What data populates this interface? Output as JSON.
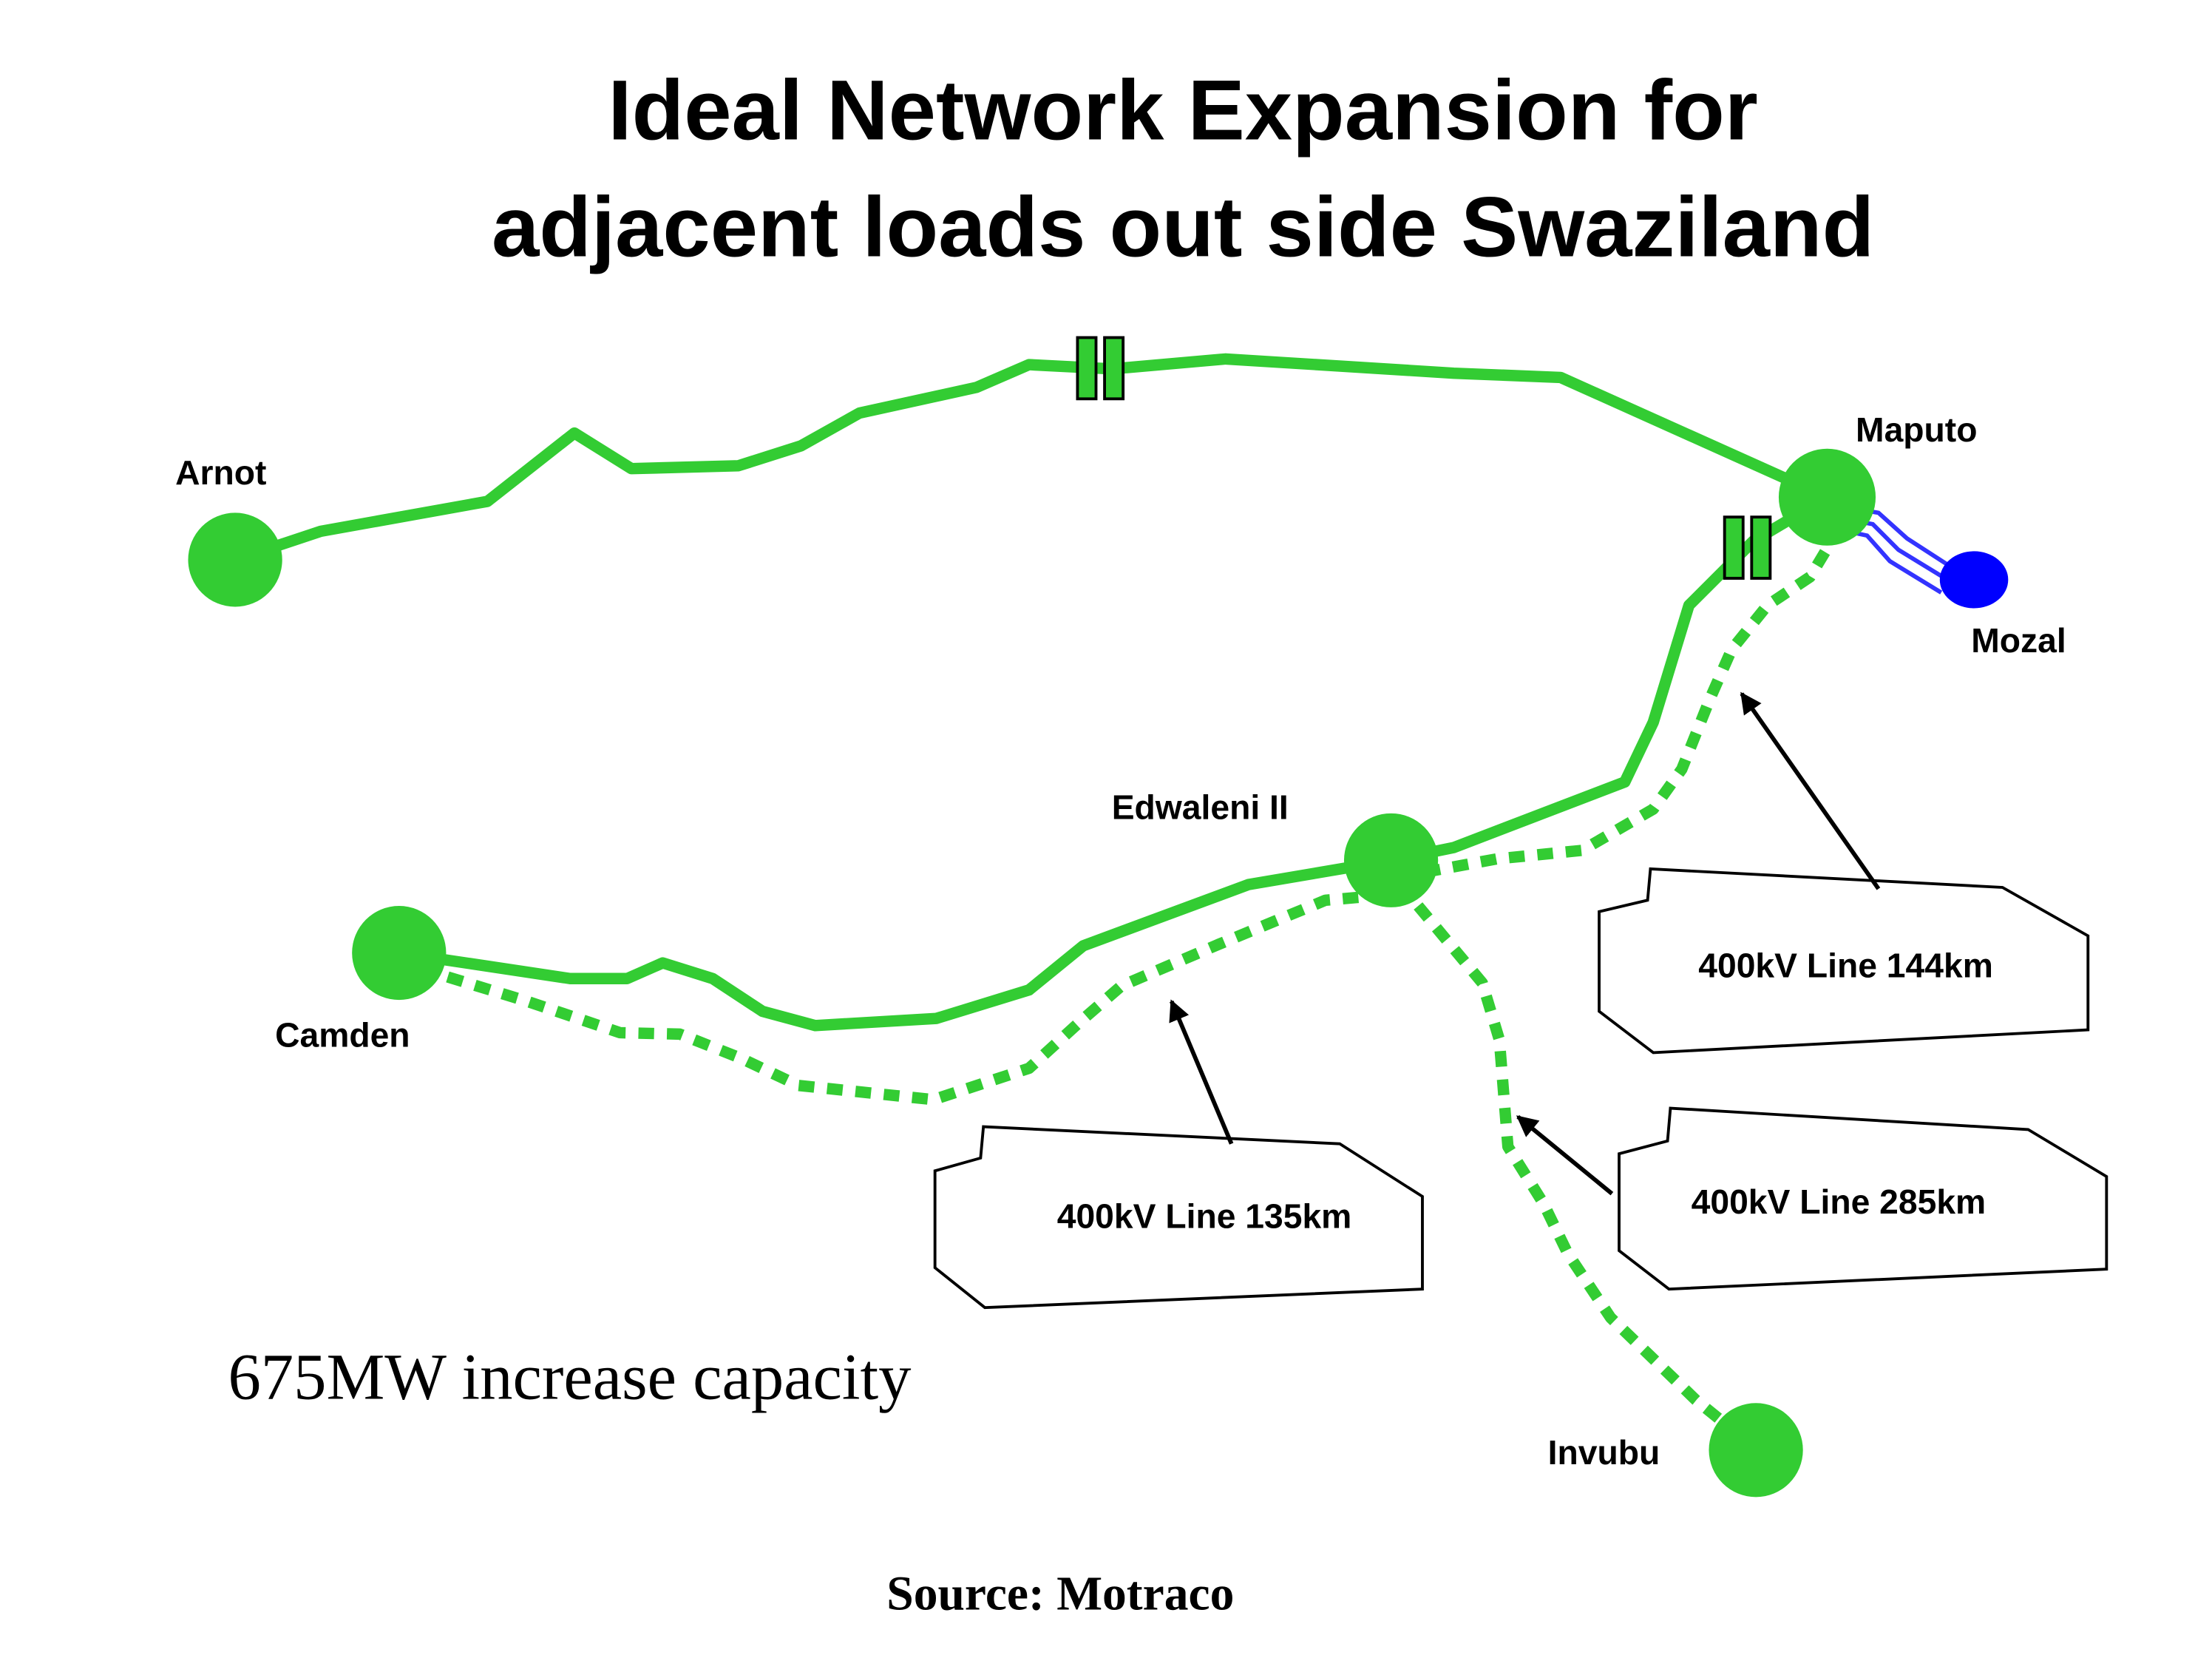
{
  "title": {
    "line1": "Ideal Network Expansion for",
    "line2": "adjacent loads out side Swaziland"
  },
  "nodes": {
    "arnot": "Arnot",
    "maputo": "Maputo",
    "mozal": "Mozal",
    "edwaleni": "Edwaleni II",
    "camden": "Camden",
    "invubu": "Invubu"
  },
  "callouts": {
    "maputo_line": "400kV Line 144km",
    "camden_line": "400kV Line 135km",
    "invubu_line": "400kV Line 285km"
  },
  "notes": {
    "capacity": "675MW increase capacity",
    "source": "Source: Motraco"
  },
  "colors": {
    "line_green": "#33cc33",
    "node_green": "#33cc33",
    "mozal_blue": "#0000ff",
    "mozal_link": "#3333ff"
  }
}
